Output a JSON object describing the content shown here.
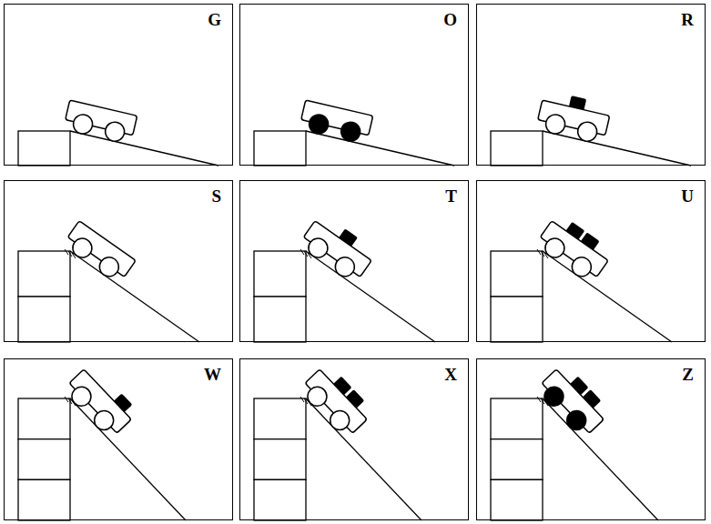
{
  "diagram": {
    "nodes": [
      {
        "text": [
          "G"
        ]
      },
      {
        "text": [
          "O"
        ]
      },
      {
        "text": [
          "R"
        ]
      },
      {
        "text": [
          "S"
        ]
      },
      {
        "text": [
          "T"
        ]
      },
      {
        "text": [
          "U"
        ]
      },
      {
        "text": [
          "W"
        ]
      },
      {
        "text": [
          "X"
        ]
      },
      {
        "text": [
          "Z"
        ]
      }
    ],
    "edges": []
  }
}
